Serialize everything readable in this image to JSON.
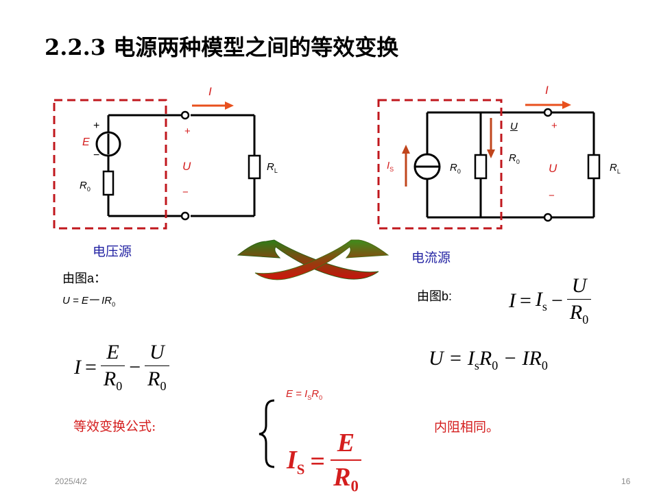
{
  "title": "2.2.3  电源两种模型之间的等效变换",
  "circuit_a": {
    "caption": "电压源",
    "current_label": "I",
    "source_label": "E",
    "plus": "+",
    "minus": "−",
    "resistor_label": "R",
    "resistor_sub": "0",
    "load_label": "R",
    "load_sub": "L",
    "voltage_label": "U",
    "voltage_plus": "+",
    "voltage_minus": "−"
  },
  "circuit_b": {
    "caption": "电流源",
    "current_label": "I",
    "source_label": "I",
    "source_sub": "S",
    "r0_label": "R",
    "r0_sub": "0",
    "u_label": "U",
    "r0_right_label": "R",
    "r0_right_sub": "0",
    "voltage_label": "U",
    "voltage_plus": "+",
    "voltage_minus": "−",
    "load_label": "R",
    "load_sub": "L"
  },
  "left_text": {
    "from_fig": "由图",
    "fig_letter": "a：",
    "equation": "U = E一 IR",
    "equation_sub": "0"
  },
  "left_formula": {
    "lhs": "I",
    "eq": "=",
    "num1": "E",
    "den1": "R",
    "den1_sub": "0",
    "minus": "−",
    "num2": "U",
    "den2": "R",
    "den2_sub": "0"
  },
  "right_text": {
    "from_fig": "由图",
    "fig_letter": "b:"
  },
  "right_formula1": {
    "lhs": "I",
    "eq": "=",
    "is": "I",
    "is_sub": "s",
    "minus": "−",
    "num": "U",
    "den": "R",
    "den_sub": "0"
  },
  "right_formula2": {
    "text": "U = I",
    "s_sub": "s",
    "r": "R",
    "r_sub": "0",
    "rest": " − IR",
    "rest_sub": "0"
  },
  "equiv": {
    "label": "等效变换公式:",
    "e_eq": "E  = I",
    "e_eq_s": "S",
    "e_eq_r": "R",
    "e_eq_r_sub": "0",
    "is_lhs": "I",
    "is_sub": "S",
    "is_eq": "=",
    "is_num": "E",
    "is_den": "R",
    "is_den_sub": "0"
  },
  "internal_resistance_note": "内阻相同。",
  "footer": {
    "date": "2025/4/2",
    "page": "16"
  },
  "colors": {
    "accent_red": "#d41e1e",
    "caption_blue": "#2323a3",
    "dashed_box": "#c0171d",
    "arrow_orange": "#e8501d",
    "arrow_brown": "#c0451c"
  }
}
